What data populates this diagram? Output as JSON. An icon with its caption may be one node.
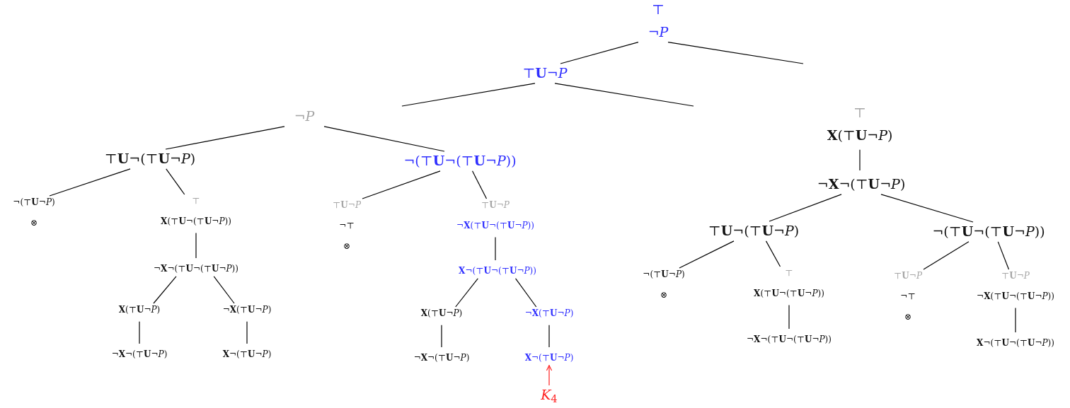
{
  "diagram": {
    "nodes": [
      {
        "text": [
          "⊤",
          "¬*P*"
        ]
      },
      {
        "text": [
          "⊤**U**¬*P*"
        ]
      },
      {
        "text": [
          "¬*P*"
        ]
      },
      {
        "text": [
          "⊤",
          "**X**(⊤**U**¬*P*)"
        ]
      },
      {
        "text": [
          "⊤**U**¬(⊤**U**¬*P*)"
        ]
      },
      {
        "text": [
          "¬(⊤**U**¬(⊤**U**¬*P*))"
        ]
      },
      {
        "text": [
          "¬**X**¬(⊤**U**¬*P*)"
        ]
      },
      {
        "text": [
          "¬(⊤**U**¬*P*)",
          "⊗"
        ]
      },
      {
        "text": [
          "⊤",
          "**X**(⊤**U**¬(⊤**U**¬*P*))"
        ]
      },
      {
        "text": [
          "⊤**U**¬*P*",
          "¬⊤",
          "⊗"
        ]
      },
      {
        "text": [
          "⊤**U**¬*P*",
          "¬**X**(⊤**U**¬(⊤**U**¬*P*))"
        ]
      },
      {
        "text": [
          "⊤**U**¬(⊤**U**¬*P*)"
        ]
      },
      {
        "text": [
          "¬(⊤**U**¬(⊤**U**¬*P*))"
        ]
      },
      {
        "text": [
          "¬**X**¬(⊤**U**¬(⊤**U**¬*P*))"
        ]
      },
      {
        "text": [
          "**X**¬(⊤**U**¬(⊤**U**¬*P*))"
        ]
      },
      {
        "text": [
          "¬(⊤**U**¬*P*)",
          "⊗"
        ]
      },
      {
        "text": [
          "⊤",
          "**X**(⊤**U**¬(⊤**U**¬*P*))"
        ]
      },
      {
        "text": [
          "⊤**U**¬*P*",
          "¬⊤",
          "⊗"
        ]
      },
      {
        "text": [
          "⊤**U**¬*P*",
          "¬**X**(⊤**U**¬(⊤**U**¬*P*))"
        ]
      },
      {
        "text": [
          "**X**(⊤**U**¬*P*)"
        ]
      },
      {
        "text": [
          "¬**X**(⊤**U**¬*P*)"
        ]
      },
      {
        "text": [
          "**X**(⊤**U**¬*P*)"
        ]
      },
      {
        "text": [
          "¬**X**(⊤**U**¬*P*)"
        ]
      },
      {
        "text": [
          "¬**X**¬(⊤**U**¬(⊤**U**¬*P*))"
        ]
      },
      {
        "text": [
          "**X**¬(⊤**U**¬(⊤**U**¬*P*))"
        ]
      },
      {
        "text": [
          "¬**X**¬(⊤**U**¬*P*)"
        ]
      },
      {
        "text": [
          "**X**¬(⊤**U**¬*P*)"
        ]
      },
      {
        "text": [
          "¬**X**¬(⊤**U**¬*P*)"
        ]
      },
      {
        "text": [
          "**X**¬(⊤**U**¬*P*)"
        ]
      },
      {
        "text": [
          "*K*$_{4}$"
        ]
      }
    ],
    "edges": [
      {
        "from": 0,
        "to": 1,
        "arrow": "none"
      },
      {
        "from": 0,
        "to": null,
        "arrow": "none"
      },
      {
        "from": 1,
        "to": null,
        "arrow": "none"
      },
      {
        "from": 1,
        "to": null,
        "arrow": "none"
      },
      {
        "from": 2,
        "to": 4,
        "arrow": "none"
      },
      {
        "from": 2,
        "to": 5,
        "arrow": "none"
      },
      {
        "from": 3,
        "to": 6,
        "arrow": "none"
      },
      {
        "from": 4,
        "to": 7,
        "arrow": "none"
      },
      {
        "from": 4,
        "to": 8,
        "arrow": "none"
      },
      {
        "from": 5,
        "to": 9,
        "arrow": "none"
      },
      {
        "from": 5,
        "to": 10,
        "arrow": "none"
      },
      {
        "from": 6,
        "to": 11,
        "arrow": "none"
      },
      {
        "from": 6,
        "to": 12,
        "arrow": "none"
      },
      {
        "from": 8,
        "to": 13,
        "arrow": "none"
      },
      {
        "from": 10,
        "to": 14,
        "arrow": "none"
      },
      {
        "from": 11,
        "to": 15,
        "arrow": "none"
      },
      {
        "from": 11,
        "to": 16,
        "arrow": "none"
      },
      {
        "from": 12,
        "to": 17,
        "arrow": "none"
      },
      {
        "from": 12,
        "to": 18,
        "arrow": "none"
      },
      {
        "from": 13,
        "to": 19,
        "arrow": "none"
      },
      {
        "from": 13,
        "to": 20,
        "arrow": "none"
      },
      {
        "from": 14,
        "to": 21,
        "arrow": "none"
      },
      {
        "from": 14,
        "to": 22,
        "arrow": "none"
      },
      {
        "from": 16,
        "to": 23,
        "arrow": "none"
      },
      {
        "from": 18,
        "to": 24,
        "arrow": "none"
      },
      {
        "from": 19,
        "to": 25,
        "arrow": "none"
      },
      {
        "from": 20,
        "to": 26,
        "arrow": "none"
      },
      {
        "from": 21,
        "to": 27,
        "arrow": "none"
      },
      {
        "from": 22,
        "to": 28,
        "arrow": "none"
      },
      {
        "from": 29,
        "to": 28,
        "arrow": "to",
        "color": "#ff2020"
      }
    ]
  }
}
